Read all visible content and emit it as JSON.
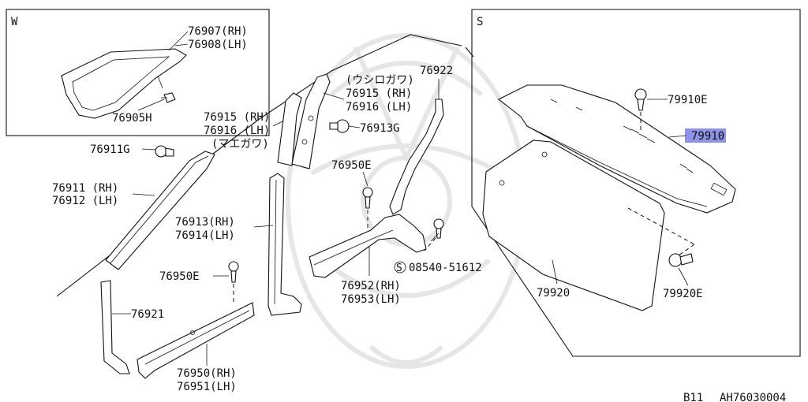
{
  "insets": {
    "w": {
      "letter": "W"
    },
    "s": {
      "letter": "S"
    }
  },
  "labels": {
    "p76907": "76907(RH)",
    "p76908": "76908(LH)",
    "p76905h": "76905H",
    "p76911g": "76911G",
    "p76911": "76911 (RH)",
    "p76912": "76912 (LH)",
    "p76915a": "76915 (RH)",
    "p76916a": "76916 (LH)",
    "maegawa": "(マエガワ)",
    "ushirogawa": "(ウシロガワ)",
    "p76915b": "76915 (RH)",
    "p76916b": "76916 (LH)",
    "p76913g": "76913G",
    "p76922": "76922",
    "p76950e_a": "76950E",
    "p76913": "76913(RH)",
    "p76914": "76914(LH)",
    "p76950e_b": "76950E",
    "screw": "08540-51612",
    "screw_s": "S",
    "p76952": "76952(RH)",
    "p76953": "76953(LH)",
    "p76921": "76921",
    "p76950": "76950(RH)",
    "p76951": "76951(LH)",
    "p79910e": "79910E",
    "p79910": "79910",
    "p79920": "79920",
    "p79920e": "79920E"
  },
  "footer": {
    "model": "B11",
    "diagram_code": "AH76030004"
  },
  "highlight_color": "#8f93e6"
}
